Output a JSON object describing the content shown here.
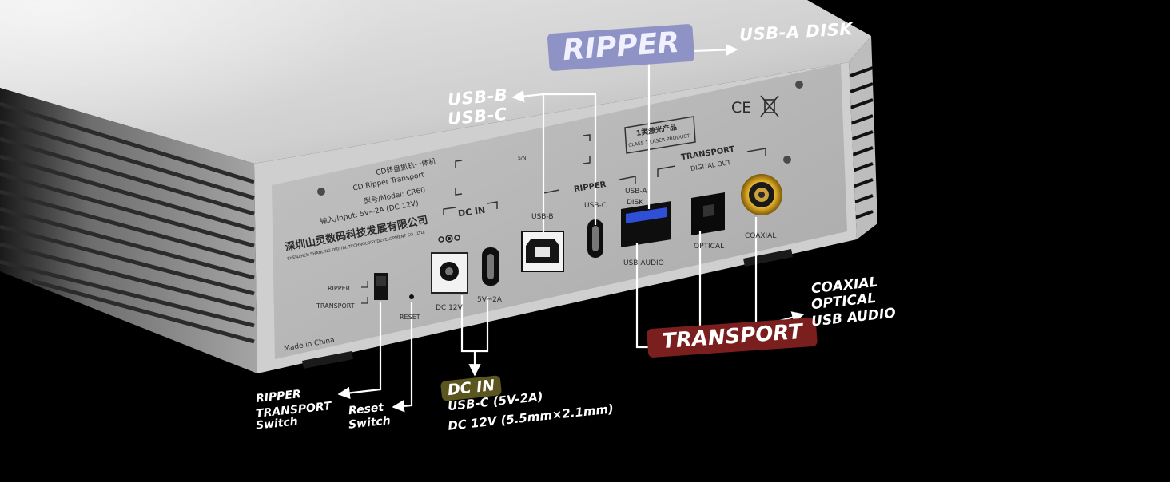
{
  "colors": {
    "background": "#000000",
    "chassis": "#bdbdbd",
    "panel": "#b9b9b9",
    "ripper_badge": "#8e92c4",
    "transport_badge": "#7a1e1e",
    "dcin_badge": "#5b5520",
    "usb_a_port": "#3048c8",
    "coaxial_ring": "#d4a62a"
  },
  "callouts": {
    "ripper_badge": "RIPPER",
    "transport_badge": "TRANSPORT",
    "usb_a_disk": "USB-A DISK",
    "usb_b": "USB-B",
    "usb_c": "USB-C",
    "dcin": {
      "title": "DC IN",
      "line1": "USB-C (5V-2A)",
      "line2": "DC 12V (5.5mm×2.1mm)"
    },
    "transport_outputs": [
      "COAXIAL",
      "OPTICAL",
      "USB AUDIO"
    ],
    "switch": [
      "RIPPER",
      "TRANSPORT",
      "Switch"
    ],
    "reset": [
      "Reset",
      "Switch"
    ]
  },
  "panel": {
    "label_lines": [
      "CD转盘抓轨一体机",
      "CD Ripper Transport",
      "型号/Model: CR60",
      "输入/Input: 5V⎓2A  (DC 12V)"
    ],
    "company_cn": "深圳山灵数码科技发展有限公司",
    "company_en": "SHENZHEN SHANLING DIGITAL TECHNOLOGY DEVELOPMENT CO., LTD.",
    "sn": "S/N",
    "laser_cn": "1类激光产品",
    "laser_en": "CLASS 1 LASER PRODUCT",
    "ce": "CE",
    "dc_in": "DC IN",
    "dc_12v": "DC 12V",
    "usb_c_power": "5V⎓2A",
    "ripper_group": "RIPPER",
    "usb_b_port": "USB-B",
    "usb_c_port": "USB-C",
    "usb_a_port_line1": "USB-A",
    "usb_a_port_line2": "DISK",
    "usb_audio": "USB AUDIO",
    "transport_group_line1": "TRANSPORT",
    "transport_group_line2": "DIGITAL OUT",
    "optical": "OPTICAL",
    "coaxial": "COAXIAL",
    "switch_ripper": "RIPPER",
    "switch_transport": "TRANSPORT",
    "reset": "RESET",
    "made_in": "Made in China"
  }
}
